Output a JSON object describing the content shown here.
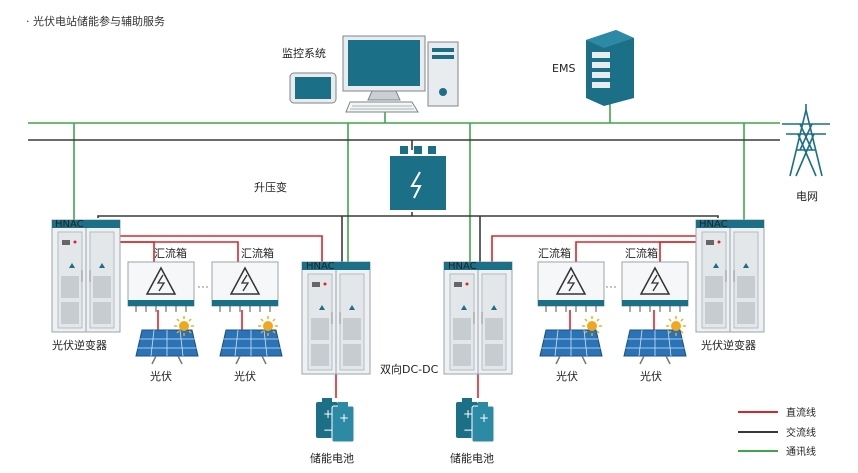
{
  "title": "· 光伏电站储能参与辅助服务",
  "labels": {
    "monitor": "监控系统",
    "ems": "EMS",
    "grid": "电网",
    "transformer": "升压变",
    "combiner": "汇流箱",
    "pv_inverter": "光伏逆变器",
    "pv": "光伏",
    "dcdc": "双向DC-DC",
    "storage": "储能电池",
    "brand": "HNAC"
  },
  "legend": [
    {
      "label": "直流线",
      "color": "#d9262b"
    },
    {
      "label": "交流线",
      "color": "#3a3a3a"
    },
    {
      "label": "通讯线",
      "color": "#3fa64b"
    }
  ],
  "colors": {
    "dc": "#d9262b",
    "ac": "#3a3a3a",
    "comm": "#3fa64b",
    "teal": "#1b6f87",
    "cabinet": "#d8dde0",
    "panel": "#2a73b6"
  }
}
